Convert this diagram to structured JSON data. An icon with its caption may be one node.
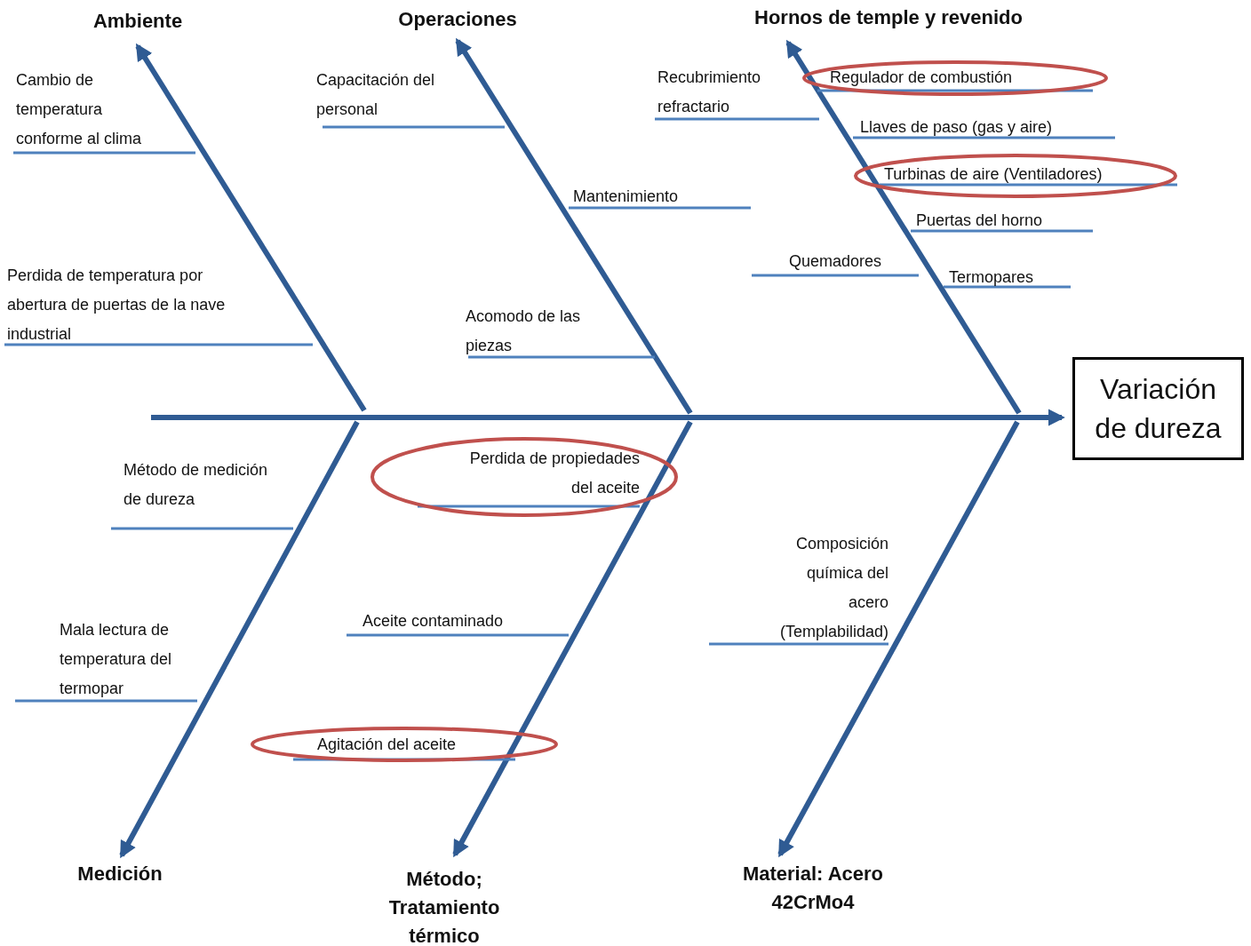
{
  "diagram": {
    "nodes": [
      {
        "text": [
          "Ambiente"
        ]
      },
      {
        "text": [
          "Operaciones"
        ]
      },
      {
        "text": [
          "Hornos de temple y revenido"
        ]
      },
      {
        "text": [
          "Cambio de temperatura conforme al clima"
        ]
      },
      {
        "text": [
          "Perdida de temperatura por abertura de puertas de la nave industrial"
        ]
      },
      {
        "text": [
          "Capacitación del personal"
        ]
      },
      {
        "text": [
          "Mantenimiento"
        ]
      },
      {
        "text": [
          "Acomodo de las piezas"
        ]
      },
      {
        "text": [
          "Recubrimiento refractario"
        ]
      },
      {
        "text": [],
        "shape": "ellipse"
      },
      {
        "text": [
          "Regulador de combustión"
        ],
        "in": 9
      },
      {
        "text": [
          "Llaves de paso (gas y aire)"
        ]
      },
      {
        "text": [],
        "shape": "ellipse"
      },
      {
        "text": [
          "Turbinas de aire (Ventiladores)"
        ],
        "in": 12
      },
      {
        "text": [
          "Puertas del horno"
        ]
      },
      {
        "text": [
          "Quemadores"
        ]
      },
      {
        "text": [
          "Termopares"
        ]
      },
      {
        "text": [
          "Variación de dureza"
        ]
      },
      {
        "text": [
          "Método de medición de dureza"
        ]
      },
      {
        "text": [],
        "shape": "ellipse"
      },
      {
        "text": [
          "Perdida de propiedades del aceite"
        ],
        "in": 19
      },
      {
        "text": [
          "Aceite contaminado"
        ]
      },
      {
        "text": [
          "Composición química del acero (Templabilidad)"
        ]
      },
      {
        "text": [
          "Mala lectura de temperatura del termopar"
        ]
      },
      {
        "text": [],
        "shape": "ellipse"
      },
      {
        "text": [
          "Agitación del aceite"
        ],
        "in": 24
      },
      {
        "text": [
          "Medición"
        ]
      },
      {
        "text": [
          "Método; Tratamiento térmico"
        ]
      },
      {
        "text": [
          "Material: Acero 42CrMo4"
        ]
      }
    ],
    "edges": [
      {
        "from": null,
        "to": 17,
        "arrow": "to",
        "style": "thick",
        "color": "#2f5b93"
      },
      {
        "from": null,
        "to": 0,
        "arrow": "to",
        "style": "thick",
        "color": "#2f5b93"
      },
      {
        "from": null,
        "to": 1,
        "arrow": "to",
        "style": "thick",
        "color": "#2f5b93"
      },
      {
        "from": null,
        "to": 2,
        "arrow": "to",
        "style": "thick",
        "color": "#2f5b93"
      },
      {
        "from": null,
        "to": 26,
        "arrow": "to",
        "style": "thick",
        "color": "#2f5b93"
      },
      {
        "from": null,
        "to": 27,
        "arrow": "to",
        "style": "thick",
        "color": "#2f5b93"
      },
      {
        "from": null,
        "to": 28,
        "arrow": "to",
        "style": "thick",
        "color": "#2f5b93"
      },
      {
        "from": 3,
        "to": null,
        "arrow": "none"
      },
      {
        "from": 4,
        "to": null,
        "arrow": "none"
      },
      {
        "from": 5,
        "to": null,
        "arrow": "none"
      },
      {
        "from": 6,
        "to": null,
        "arrow": "none"
      },
      {
        "from": 7,
        "to": null,
        "arrow": "none"
      },
      {
        "from": 8,
        "to": null,
        "arrow": "none"
      },
      {
        "from": 10,
        "to": null,
        "arrow": "none"
      },
      {
        "from": 11,
        "to": null,
        "arrow": "none"
      },
      {
        "from": 13,
        "to": null,
        "arrow": "none"
      },
      {
        "from": 14,
        "to": null,
        "arrow": "none"
      },
      {
        "from": 15,
        "to": null,
        "arrow": "none"
      },
      {
        "from": 16,
        "to": null,
        "arrow": "none"
      },
      {
        "from": 18,
        "to": null,
        "arrow": "none"
      },
      {
        "from": 20,
        "to": null,
        "arrow": "none"
      },
      {
        "from": 21,
        "to": null,
        "arrow": "none"
      },
      {
        "from": 22,
        "to": null,
        "arrow": "none"
      },
      {
        "from": 23,
        "to": null,
        "arrow": "none"
      },
      {
        "from": 25,
        "to": null,
        "arrow": "none"
      }
    ]
  }
}
